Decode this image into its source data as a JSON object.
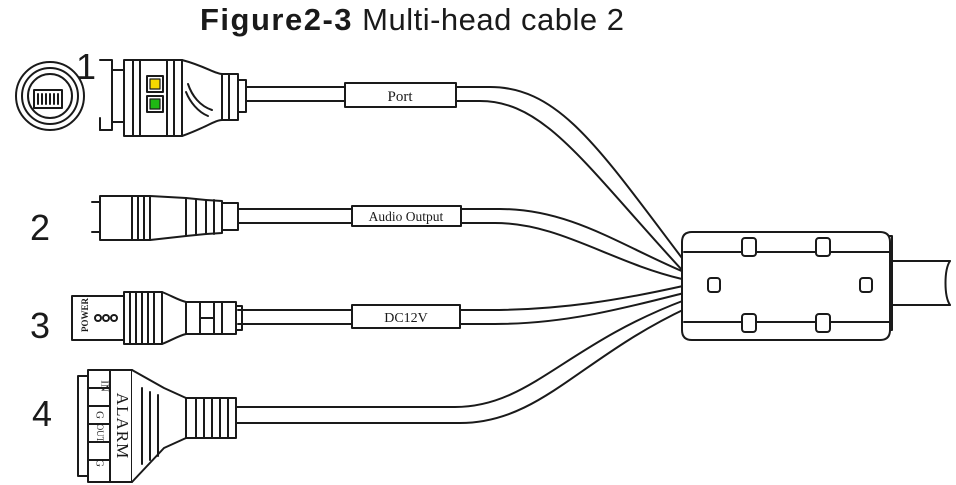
{
  "figure": {
    "label": "Figure2-3",
    "title": "Multi-head cable 2"
  },
  "ports": [
    {
      "number": "1",
      "cable_label": "Port"
    },
    {
      "number": "2",
      "cable_label": "Audio Output"
    },
    {
      "number": "3",
      "cable_label": "DC12V"
    },
    {
      "number": "4",
      "cable_label": ""
    }
  ],
  "connector_text": {
    "power": "POWER",
    "alarm": "ALARM",
    "alarm_pins": [
      "IN",
      "G",
      "OUT",
      "G"
    ]
  },
  "colors": {
    "led_yellow": "#f5d800",
    "led_green": "#1fb714",
    "line": "#1a1a1a"
  }
}
